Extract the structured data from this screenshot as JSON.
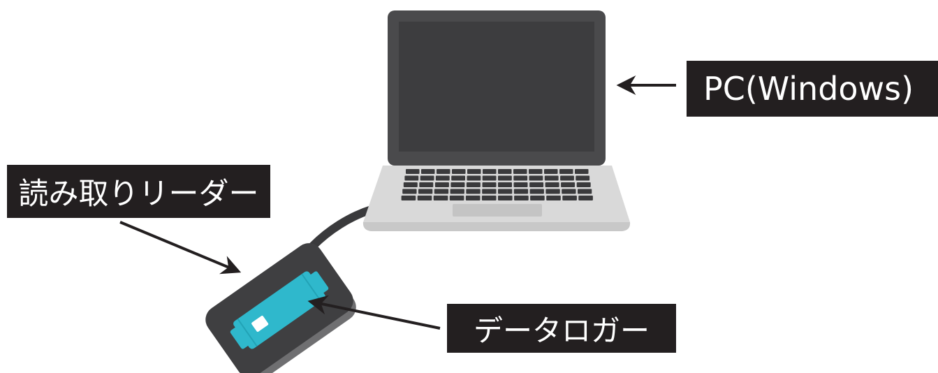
{
  "labels": {
    "reader": "読み取りリーダー",
    "pc": "PC(Windows)",
    "logger": "データロガー"
  },
  "colors": {
    "label_background": "#231f20",
    "label_text": "#ffffff",
    "laptop_body": "#4a4a4c",
    "laptop_screen": "#3d3d3f",
    "laptop_base": "#d9d9d9",
    "keyboard_keys": "#3a3a3c",
    "reader_body": "#3f3f41",
    "logger_body": "#2fb8cc",
    "arrow": "#231f20"
  },
  "icons": {
    "laptop": "laptop-icon",
    "reader": "card-reader-icon",
    "logger": "data-logger-icon"
  }
}
